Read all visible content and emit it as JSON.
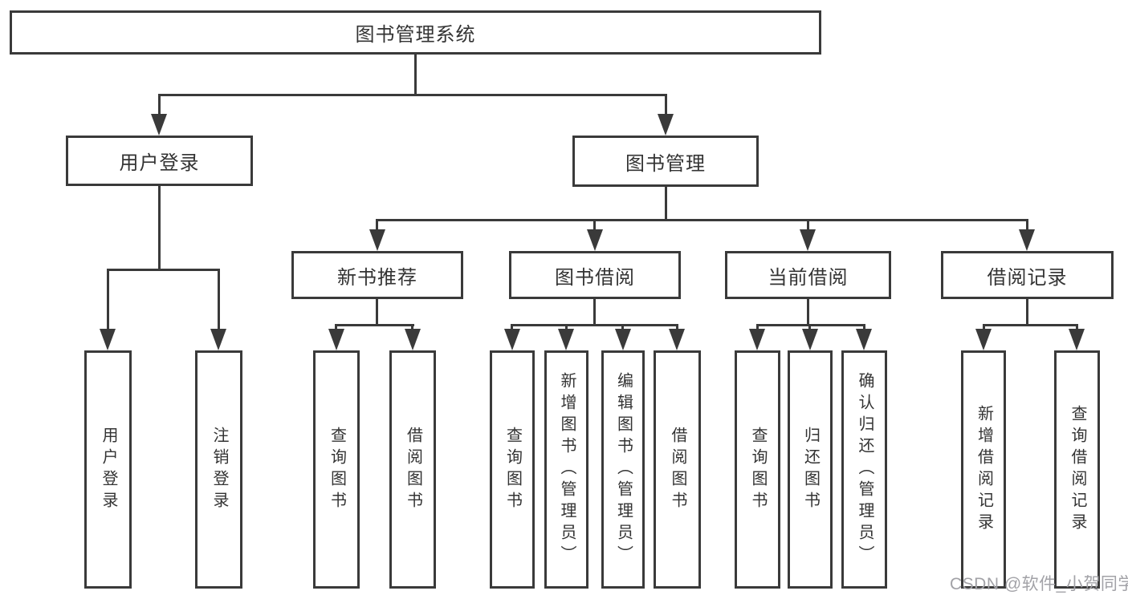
{
  "diagram": {
    "root": {
      "label": "图书管理系统"
    },
    "branches": [
      {
        "label": "用户登录",
        "leaves": [
          {
            "label": "用户登录"
          },
          {
            "label": "注销登录"
          }
        ]
      },
      {
        "label": "图书管理",
        "sections": [
          {
            "label": "新书推荐",
            "leaves": [
              {
                "label": "查询图书"
              },
              {
                "label": "借阅图书"
              }
            ]
          },
          {
            "label": "图书借阅",
            "leaves": [
              {
                "label": "查询图书"
              },
              {
                "label": "新增图书（管理员）"
              },
              {
                "label": "编辑图书（管理员）"
              },
              {
                "label": "借阅图书"
              }
            ]
          },
          {
            "label": "当前借阅",
            "leaves": [
              {
                "label": "查询图书"
              },
              {
                "label": "归还图书"
              },
              {
                "label": "确认归还（管理员）"
              }
            ]
          },
          {
            "label": "借阅记录",
            "leaves": [
              {
                "label": "新增借阅记录"
              },
              {
                "label": "查询借阅记录"
              }
            ]
          }
        ]
      }
    ],
    "watermark": {
      "text": "CSDN @软件_小贺同学"
    },
    "colors": {
      "line": "#3a3a3a",
      "text": "#333333",
      "background": "#ffffff",
      "watermark": "#a2a2a7"
    }
  }
}
